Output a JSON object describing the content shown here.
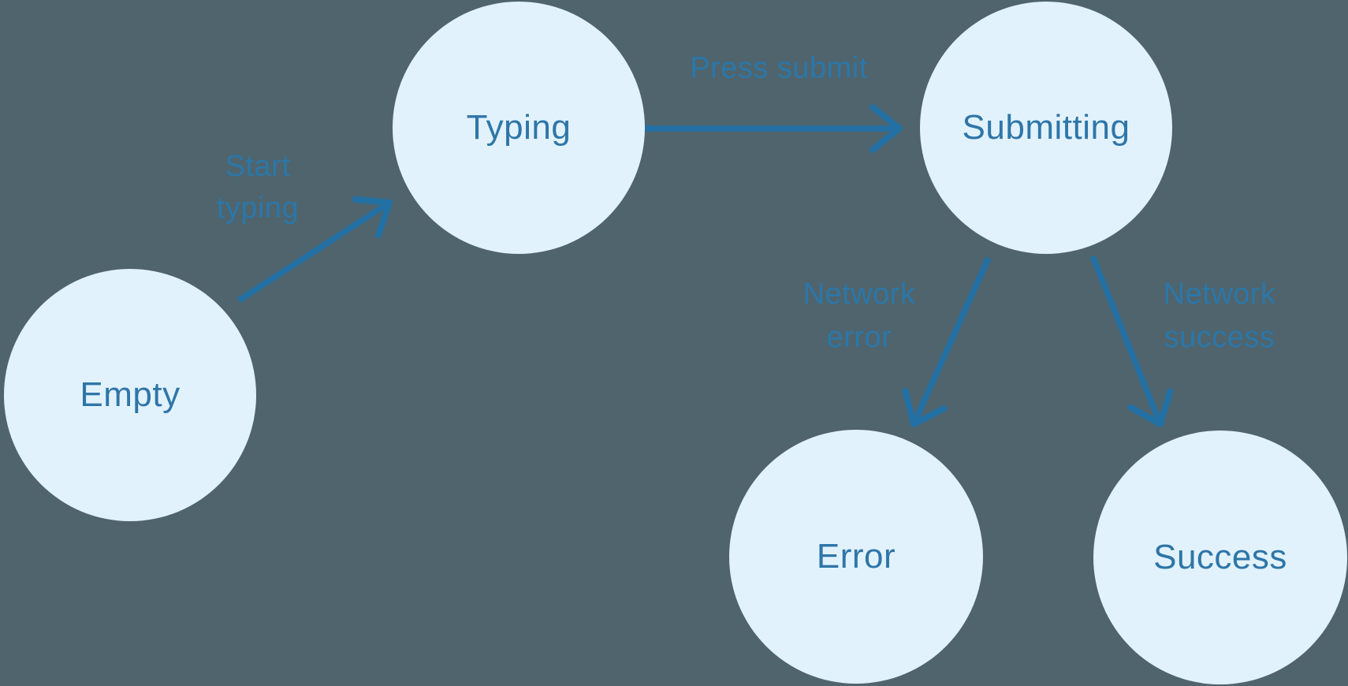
{
  "colors": {
    "background": "#4F646D",
    "node_fill": "#E2F2FC",
    "node_text": "#2E76A8",
    "edge_stroke": "#2270A4",
    "edge_label_text": "#2B77A9"
  },
  "states": {
    "empty": {
      "label": "Empty"
    },
    "typing": {
      "label": "Typing"
    },
    "submitting": {
      "label": "Submitting"
    },
    "error": {
      "label": "Error"
    },
    "success": {
      "label": "Success"
    }
  },
  "transitions": {
    "start_typing": {
      "from": "Empty",
      "to": "Typing",
      "label": "Start typing",
      "label_lines": [
        "Start",
        "typing"
      ]
    },
    "press_submit": {
      "from": "Typing",
      "to": "Submitting",
      "label": "Press submit",
      "label_lines": [
        "Press submit"
      ]
    },
    "network_error": {
      "from": "Submitting",
      "to": "Error",
      "label": "Network error",
      "label_lines": [
        "Network",
        "error"
      ]
    },
    "network_success": {
      "from": "Submitting",
      "to": "Success",
      "label": "Network success",
      "label_lines": [
        "Network",
        "success"
      ]
    }
  }
}
